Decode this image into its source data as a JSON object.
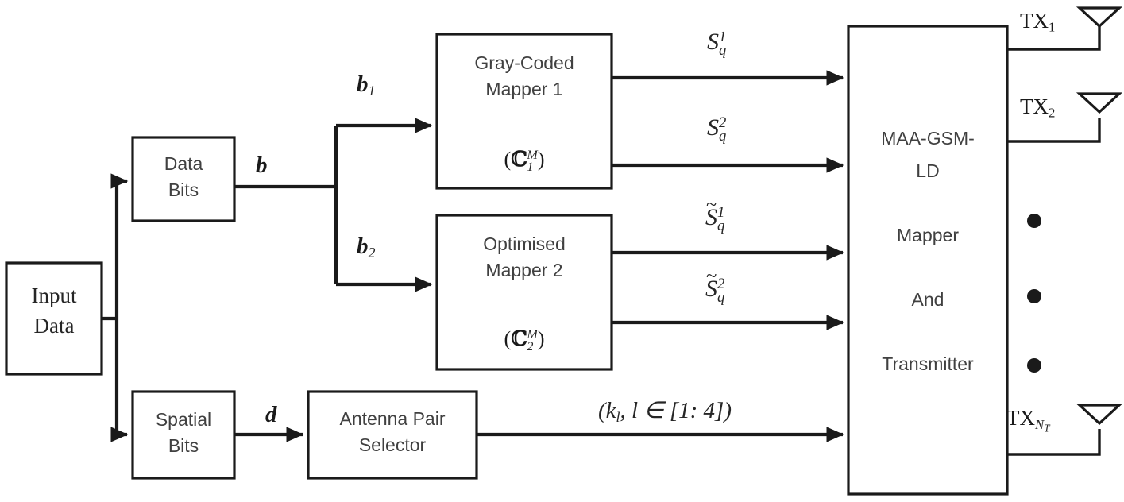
{
  "diagram": {
    "title": "MAA-GSM-LD transmitter block diagram",
    "colors": {
      "line": "#1a1a1a",
      "box_fill": "#ffffff",
      "text": "#404040",
      "background": "#ffffff"
    },
    "blocks": [
      {
        "id": "input-data",
        "line1": "Input",
        "line2": "Data",
        "font": "serif"
      },
      {
        "id": "data-bits",
        "line1": "Data",
        "line2": "Bits",
        "font": "sans"
      },
      {
        "id": "spatial-bits",
        "line1": "Spatial",
        "line2": "Bits",
        "font": "sans"
      },
      {
        "id": "gray-mapper",
        "line1": "Gray-Coded",
        "line2": "Mapper 1",
        "sym_sub": "1",
        "sym_sup": "M",
        "sym_base": "ℂ",
        "font": "sans"
      },
      {
        "id": "opt-mapper",
        "line1": "Optimised",
        "line2": "Mapper 2",
        "sym_sub": "2",
        "sym_sup": "M",
        "sym_base": "ℂ",
        "font": "sans"
      },
      {
        "id": "aps",
        "line1": "Antenna Pair",
        "line2": "Selector",
        "font": "sans"
      },
      {
        "id": "maa-gsm-ld",
        "lines": [
          "MAA-GSM-",
          "LD",
          "Mapper",
          "And",
          "Transmitter"
        ],
        "font": "sans"
      }
    ],
    "signal_labels": {
      "b": "b",
      "b1_base": "b",
      "b1_sub": "1",
      "b2_base": "b",
      "b2_sub": "2",
      "d": "d",
      "s1_base": "S",
      "s1_sub": "q",
      "s1_sup": "1",
      "s2_base": "S",
      "s2_sub": "q",
      "s2_sup": "2",
      "st1_base": "S",
      "st1_sub": "q",
      "st1_sup": "1",
      "st1_tilde": "~",
      "st2_base": "S",
      "st2_sub": "q",
      "st2_sup": "2",
      "st2_tilde": "~",
      "antenna_sel": "(k",
      "antenna_sel_sub": "l",
      "antenna_sel_rest": ", l ∈ [1: 4])"
    },
    "antennas": [
      {
        "id": "tx1",
        "prefix": "TX",
        "sub": "1",
        "sub_italic": false
      },
      {
        "id": "tx2",
        "prefix": "TX",
        "sub": "2",
        "sub_italic": false
      },
      {
        "id": "txnt",
        "prefix": "TX",
        "sub": "N",
        "sub2": "T",
        "sub_italic": true
      }
    ],
    "ellipsis": {
      "count": 3,
      "glyph": "●"
    }
  }
}
